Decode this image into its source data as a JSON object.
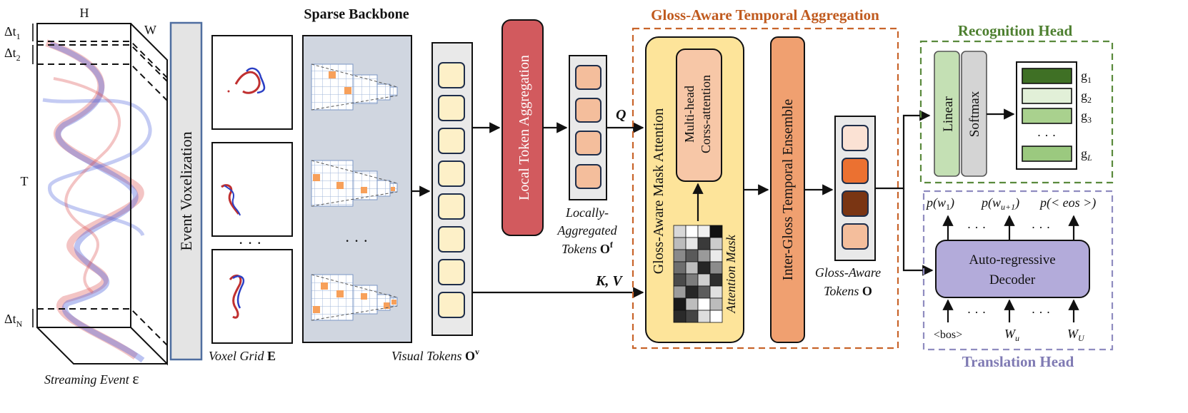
{
  "stream": {
    "h_label": "H",
    "w_label": "W",
    "t_label": "T",
    "dt1": "Δt",
    "dt1_sub": "1",
    "dt2": "Δt",
    "dt2_sub": "2",
    "dtn": "Δt",
    "dtn_sub": "N",
    "caption": "Streaming Event",
    "caption_symbol": "ε"
  },
  "voxelization": {
    "label": "Event Voxelization"
  },
  "voxel_grid": {
    "caption": "Voxel Grid",
    "caption_symbol": "E",
    "ellipsis": "· · ·"
  },
  "backbone": {
    "title": "Sparse Backbone",
    "ellipsis": "· · ·"
  },
  "visual_tokens": {
    "caption": "Visual Tokens",
    "caption_symbol": "O",
    "caption_sup": "v"
  },
  "local_agg": {
    "label": "Local Token Aggregation"
  },
  "local_tokens": {
    "caption_line1": "Locally-",
    "caption_line2": "Aggregated",
    "caption_line3": "Tokens",
    "caption_symbol": "O",
    "caption_sup": "f"
  },
  "query_label": "Q",
  "kv_label": "K, V",
  "gata": {
    "title": "Gloss-Aware Temporal Aggregation",
    "mask_attention": "Gloss-Aware Mask Attention",
    "cross_attn_line1": "Multi-head",
    "cross_attn_line2": "Corss-attention",
    "attention_mask": "Attention Mask",
    "ensemble": "Inter-Gloss Temporal Ensemble"
  },
  "gloss_tokens": {
    "caption_line1": "Gloss-Aware",
    "caption_line2": "Tokens",
    "caption_symbol": "O"
  },
  "recognition": {
    "title": "Recognition Head",
    "linear": "Linear",
    "softmax": "Softmax",
    "labels": [
      "g",
      "g",
      "g",
      "g"
    ],
    "subs": [
      "1",
      "2",
      "3",
      "L"
    ],
    "ellipsis": "· · ·"
  },
  "translation": {
    "title": "Translation Head",
    "decoder_line1": "Auto-regressive",
    "decoder_line2": "Decoder",
    "out1": "p(w",
    "out1_sub": "1",
    "out1_end": ")",
    "out2": "p(w",
    "out2_sub": "u+1",
    "out2_end": ")",
    "out3": "p(< eos >)",
    "in1": "<bos>",
    "in2": "W",
    "in2_sub": "u",
    "in3": "W",
    "in3_sub": "U",
    "ellipsis": "· · ·"
  },
  "colors": {
    "gata_dashed": "#c8642a",
    "gata_title": "#c05a1e",
    "recognition_dashed": "#5a8a3c",
    "recognition_title": "#4d7f2f",
    "translation_dashed": "#8f8cc0",
    "translation_title": "#7f7ab3",
    "local_agg_fill": "#d25a5e",
    "mask_attention_fill": "#fde49a",
    "ensemble_fill": "#f0a070",
    "visual_token_fill": "#fdf0c8",
    "decoder_fill": "#b3abda",
    "linear_fill": "#c4e0b4",
    "softmax_fill": "#d4d4d4",
    "voxelization_fill": "#e4e4e4",
    "backbone_fill": "#d0d6e0"
  }
}
